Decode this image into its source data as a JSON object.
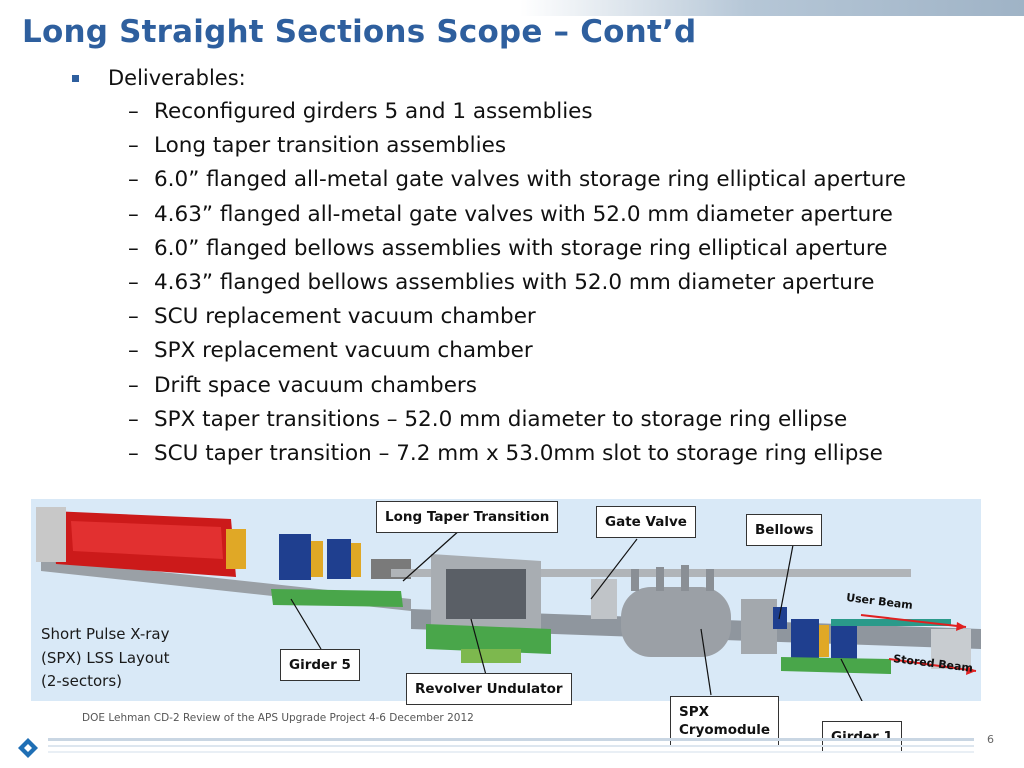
{
  "slide": {
    "title": "Long Straight Sections Scope – Cont’d",
    "bullet": "Deliverables:",
    "items": [
      "Reconfigured girders 5 and 1 assemblies",
      "Long taper transition assemblies",
      "6.0” flanged all-metal gate valves with storage ring elliptical aperture",
      "4.63” flanged all-metal gate valves with 52.0 mm diameter aperture",
      "6.0” flanged bellows assemblies with storage ring elliptical aperture",
      "4.63” flanged bellows assemblies with 52.0 mm diameter aperture",
      "SCU replacement vacuum chamber",
      "SPX replacement vacuum chamber",
      "Drift space vacuum chambers",
      "SPX taper transitions – 52.0 mm diameter to storage ring ellipse",
      "SCU taper transition – 7.2 mm x 53.0mm slot to storage ring ellipse"
    ],
    "dash": "–"
  },
  "diagram": {
    "caption": "Short Pulse X-ray\n(SPX) LSS Layout\n(2-sectors)",
    "labels": {
      "long_taper": "Long Taper Transition",
      "gate_valve": "Gate Valve",
      "bellows": "Bellows",
      "girder5": "Girder 5",
      "revolver": "Revolver Undulator",
      "spx_cryo": "SPX\nCryomodule",
      "girder1": "Girder 1",
      "user_beam": "User  Beam",
      "stored_beam": "Stored  Beam"
    }
  },
  "footer": {
    "text": "DOE Lehman CD-2 Review of the APS Upgrade Project    4-6 December  2012",
    "page": "6"
  },
  "colors": {
    "title": "#2e5f9e",
    "diagram_bg": "#d9e9f7",
    "beam_arrow": "#e02020"
  }
}
